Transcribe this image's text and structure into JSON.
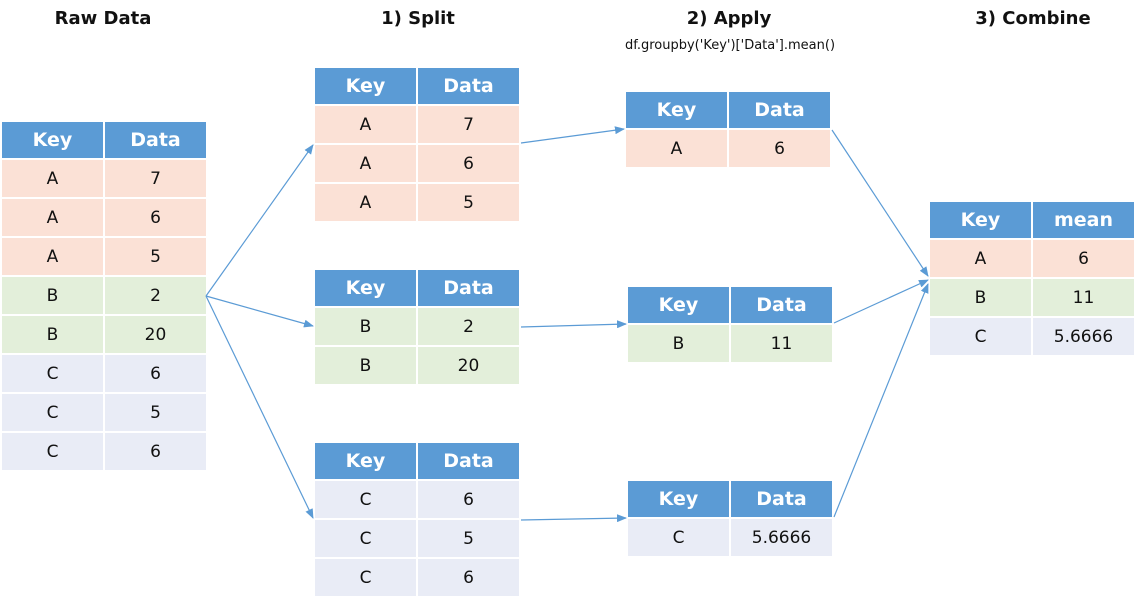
{
  "headings": {
    "raw": "Raw Data",
    "split": "1) Split",
    "apply": "2) Apply",
    "combine": "3) Combine"
  },
  "apply_code": "df.groupby('Key')['Data'].mean()",
  "colors": {
    "header": "#5b9bd5",
    "group_A": "#fbe1d6",
    "group_B": "#e3efda",
    "group_C": "#e9ecf6",
    "arrow": "#5b9bd5"
  },
  "raw_table": {
    "columns": [
      "Key",
      "Data"
    ],
    "rows": [
      [
        "A",
        "7"
      ],
      [
        "A",
        "6"
      ],
      [
        "A",
        "5"
      ],
      [
        "B",
        "2"
      ],
      [
        "B",
        "20"
      ],
      [
        "C",
        "6"
      ],
      [
        "C",
        "5"
      ],
      [
        "C",
        "6"
      ]
    ]
  },
  "split_tables": [
    {
      "columns": [
        "Key",
        "Data"
      ],
      "rows": [
        [
          "A",
          "7"
        ],
        [
          "A",
          "6"
        ],
        [
          "A",
          "5"
        ]
      ]
    },
    {
      "columns": [
        "Key",
        "Data"
      ],
      "rows": [
        [
          "B",
          "2"
        ],
        [
          "B",
          "20"
        ]
      ]
    },
    {
      "columns": [
        "Key",
        "Data"
      ],
      "rows": [
        [
          "C",
          "6"
        ],
        [
          "C",
          "5"
        ],
        [
          "C",
          "6"
        ]
      ]
    }
  ],
  "apply_tables": [
    {
      "columns": [
        "Key",
        "Data"
      ],
      "rows": [
        [
          "A",
          "6"
        ]
      ]
    },
    {
      "columns": [
        "Key",
        "Data"
      ],
      "rows": [
        [
          "B",
          "11"
        ]
      ]
    },
    {
      "columns": [
        "Key",
        "Data"
      ],
      "rows": [
        [
          "C",
          "5.6666"
        ]
      ]
    }
  ],
  "combine_table": {
    "columns": [
      "Key",
      "mean"
    ],
    "rows": [
      [
        "A",
        "6"
      ],
      [
        "B",
        "11"
      ],
      [
        "C",
        "5.6666"
      ]
    ]
  }
}
